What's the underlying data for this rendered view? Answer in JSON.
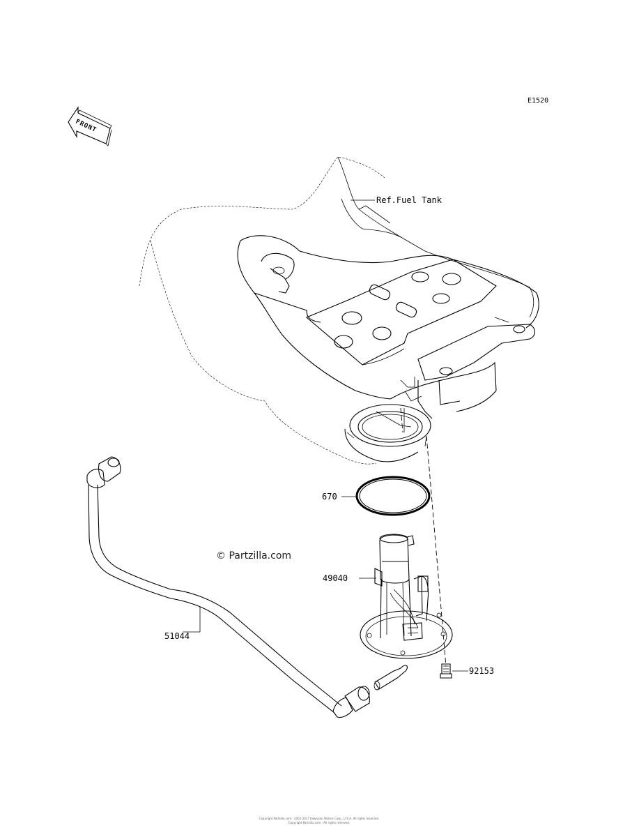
{
  "diagram_code": "E1520",
  "front_arrow_text": "FRONT",
  "watermark": "© Partzilla.com",
  "labels": {
    "ref_fuel_tank": "Ref.Fuel Tank",
    "gasket": "670",
    "fuel_pump": "49040",
    "hose": "51044",
    "bolt": "92153"
  },
  "footer_lines": [
    "Copyright Partzilla.com - 2001-2017 Kawasaki Motors Corp., U.S.A. All rights reserved.",
    "Copyright Partzilla.com - All rights reserved."
  ]
}
